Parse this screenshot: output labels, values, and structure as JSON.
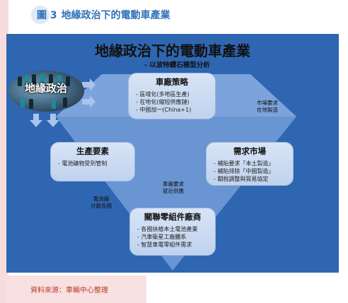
{
  "figure": {
    "number": "圖 3",
    "caption": "地緣政治下的電動車產業"
  },
  "diagram": {
    "title": "地緣政治下的電動車產業",
    "subtitle": "- 以波特鑽石模型分析",
    "geopolitics_label": "地緣政治",
    "boxes": {
      "top": {
        "heading": "車廠策略",
        "items": [
          "- 區域化(多地區生產)",
          "- 在地化(縮短供應鏈)",
          "- 中國加一(China+1)"
        ]
      },
      "left": {
        "heading": "生產要素",
        "items": [
          "- 電池礦物受到管制"
        ]
      },
      "right": {
        "heading": "需求市場",
        "items": [
          "- 補貼要求「本土製造」",
          "- 補貼排除「中國製造」",
          "- 關稅調整與貿易協定"
        ]
      },
      "bottom": {
        "heading": "關聯零組件廠商",
        "items": [
          "- 各國扶植本土電池產業",
          "- 汽車衛星工廠體系",
          "- 智慧車電零組件需求"
        ]
      }
    },
    "notes": {
      "top_right": [
        "市場要求",
        "在地製造"
      ],
      "center": [
        "車廠要求",
        "就近供應"
      ],
      "bottom_left": [
        "電池廠",
        "分散各國"
      ]
    },
    "colors": {
      "background": "#2f66b1",
      "diamond": "#7ea5de",
      "box_fill": "#c9d9f1",
      "arrow": "#a9c4ec"
    }
  },
  "source": {
    "text": "資料來源：車輛中心整理"
  }
}
